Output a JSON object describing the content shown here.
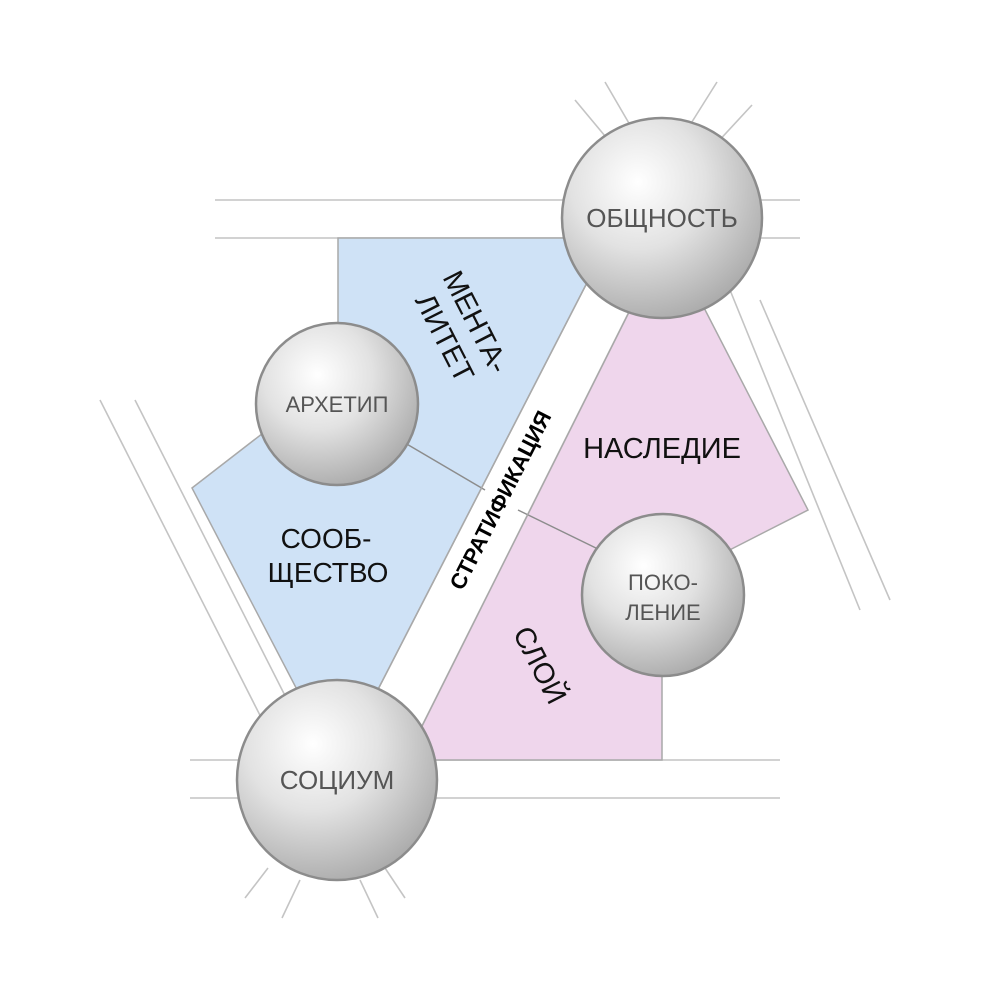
{
  "colors": {
    "background": "#ffffff",
    "blue_region": "#cfe2f6",
    "pink_region": "#efd6ec",
    "line": "#a9a9a9",
    "band_stroke": "#b0b0b0",
    "sphere_light": "#ffffff",
    "sphere_dark": "#a6a6a6",
    "sphere_stroke": "#8c8c8c",
    "sphere_text": "#555555",
    "region_text": "#111111"
  },
  "nodes": {
    "obshchnost": "ОБЩНОСТЬ",
    "socium": "СОЦИУМ",
    "arkhetip": "АРХЕТИП",
    "pokolenie_1": "ПОКО-",
    "pokolenie_2": "ЛЕНИЕ"
  },
  "regions": {
    "mentalitet_1": "МЕНТА-",
    "mentalitet_2": "ЛИТЕТ",
    "soobshchestvo_1": "СООБ-",
    "soobshchestvo_2": "ЩЕСТВО",
    "nasledie": "НАСЛЕДИЕ",
    "sloy": "СЛОЙ"
  },
  "band_label": "СТРАТИФИКАЦИЯ"
}
